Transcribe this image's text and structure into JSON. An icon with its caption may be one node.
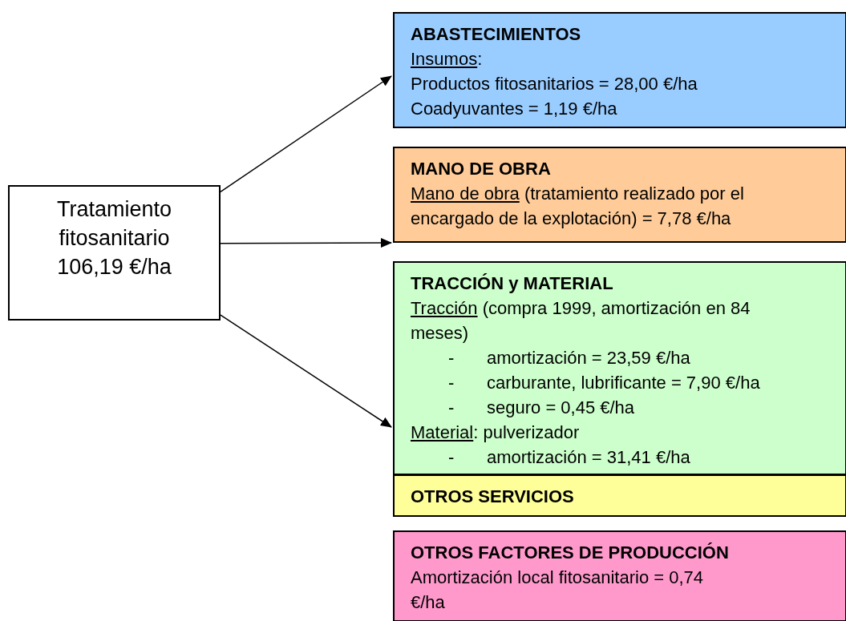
{
  "diagram": {
    "nodes": [
      {
        "text": [
          "Tratamiento fitosanitario 106,19 €/ha"
        ]
      },
      {
        "text": [
          "ABASTECIMIENTOS",
          "Insumos:",
          "Productos fitosanitarios = 28,00 €/ha",
          "Coadyuvantes = 1,19 €/ha"
        ]
      },
      {
        "text": [
          "MANO DE OBRA",
          "Mano de obra (tratamiento realizado por el encargado de la explotación) = 7,78 €/ha"
        ]
      },
      {
        "text": [
          "TRACCIÓN y MATERIAL",
          "Tracción (compra 1999, amortización en 84 meses)",
          "- amortización = 23,59 €/ha",
          "- carburante, lubrificante = 7,90 €/ha",
          "- seguro = 0,45 €/ha",
          "Material: pulverizador",
          "- amortización = 31,41 €/ha"
        ]
      },
      {
        "text": [
          "OTROS SERVICIOS"
        ]
      },
      {
        "text": [
          "OTROS FACTORES DE PRODUCCIÓN",
          "Amortización local fitosanitario = 0,74 €/ha"
        ]
      }
    ],
    "edges": [
      {
        "from": 0,
        "to": 1,
        "arrow": "to"
      },
      {
        "from": 0,
        "to": 2,
        "arrow": "to"
      },
      {
        "from": 0,
        "to": 3,
        "arrow": "to"
      }
    ]
  }
}
